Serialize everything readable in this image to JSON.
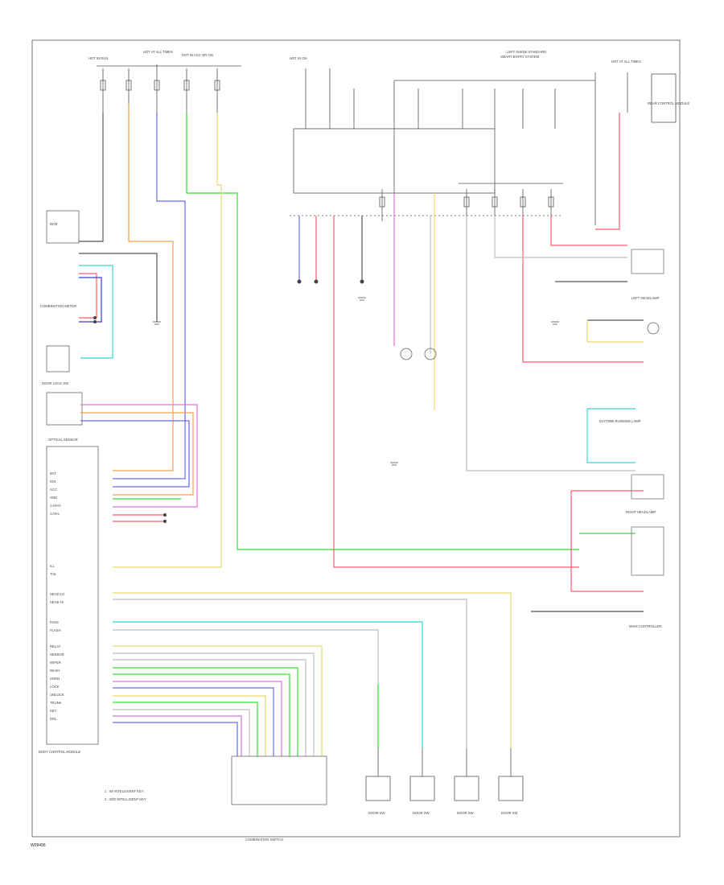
{
  "figure_id": "W09496",
  "panel": {
    "left_labels": [
      "HOT IN RUN",
      "HOT AT ALL TIMES",
      "HOT IN ACC OR ON",
      "HOT IN ON",
      "HOT AT ALL TIMES"
    ],
    "top_right_label": "LEFT INSIDE STANDARD",
    "top_right_label2": "SMART ENTRY SYSTEM"
  },
  "components": {
    "unit_left": "BCM",
    "combination_meter": "COMBINATION METER",
    "door_lock_sw": "DOOR LOCK SW",
    "optical_sensor": "OPTICAL SENSOR",
    "body_control_module": "BODY CONTROL MODULE",
    "main_controller": "MAIN CONTROLLER",
    "rear_control_module": "REAR CONTROL MODULE",
    "right_headlamp": "RIGHT HEADLAMP",
    "left_headlamp": "LEFT HEADLAMP",
    "daytime_running_lamp": "DAYTIME RUNNING LAMP",
    "combination_switch": "COMBINATION SWITCH",
    "switch_labels": [
      "DOOR SW",
      "DOOR SW",
      "DOOR SW",
      "DOOR SW"
    ]
  },
  "footnotes": [
    "1 : W/ INTELLIGENT KEY",
    "2 : W/O INTELLIGENT KEY"
  ],
  "pin_list": [
    "BAT",
    "IGN",
    "ACC",
    "GND",
    "CAN-H",
    "CAN-L",
    "ILL",
    "TAIL",
    "HEAD LO",
    "HEAD HI",
    "PASS",
    "FLASH",
    "RELAY",
    "SENSOR",
    "WIPER",
    "WASH",
    "HORN",
    "LOCK",
    "UNLOCK",
    "TRUNK",
    "KEY",
    "DRL"
  ],
  "wire_colors": {
    "orange": "#f5a04a",
    "blue": "#6a6ae8",
    "green": "#33e033",
    "red": "#ff5a6e",
    "cyan": "#38d8d8",
    "magenta": "#e070e0",
    "yellow": "#e8d870",
    "grey": "#9a9a9a",
    "dark_blue": "#3a3ad0"
  }
}
